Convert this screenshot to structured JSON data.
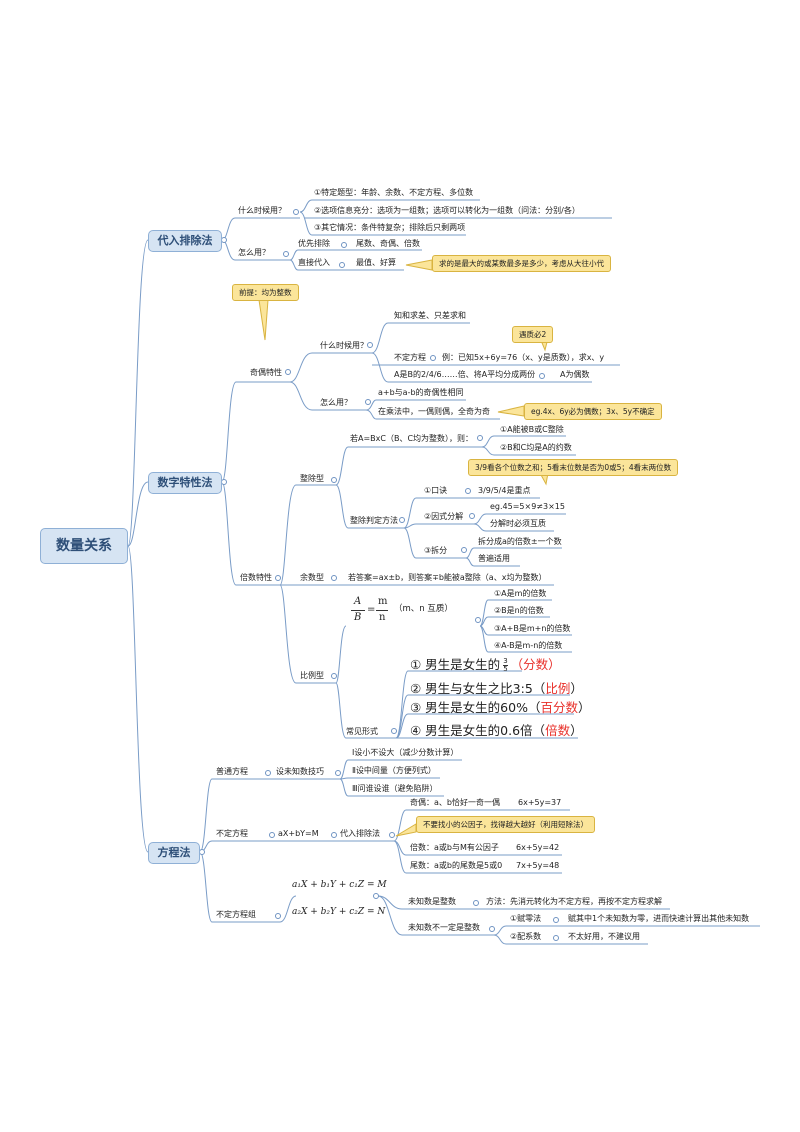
{
  "root": "数量关系",
  "branches": {
    "b1": "代入排除法",
    "b2": "数字特性法",
    "b3": "方程法"
  },
  "daru": {
    "when": "什么时候用？",
    "w1": "①特定题型：年龄、余数、不定方程、多位数",
    "w2": "②选项信息充分：选项为一组数；选项可以转化为一组数（问法：分别/各）",
    "w3": "③其它情况：条件特复杂；排除后只剩两项",
    "how": "怎么用？",
    "h1": "优先排除",
    "h1v": "尾数、奇偶、倍数",
    "h2": "直接代入",
    "h2v": "最值、好算",
    "h2c": "求的是最大的或某数最多是多少，考虑从大往小代"
  },
  "parity": {
    "premise": "前提：均为整数",
    "title": "奇偶特性",
    "when": "什么时候用？",
    "w1": "知和求差、只差求和",
    "w2": "不定方程",
    "w2v": "例：已知5x+6y=76（x、y是质数），求x、y",
    "w2c": "遇质必2",
    "w3": "A是B的2/4/6……倍、将A平均分成两份",
    "w3v": "A为偶数",
    "how": "怎么用？",
    "h1": "a+b与a-b的奇偶性相同",
    "h2": "在乘法中，一偶则偶，全奇为奇",
    "h2c": "eg.4x、6y必为偶数；3x、5y不确定"
  },
  "multiple": {
    "title": "倍数特性",
    "div_type": "整除型",
    "ifA": "若A=BxC（B、C均为整数），则：",
    "if1": "①A能被B或C整除",
    "if2": "②B和C均是A的约数",
    "judge": "整除判定方法",
    "judge_c": "3/9看各个位数之和；5看末位数是否为0或5；4看末两位数",
    "k1": "①口诀",
    "k1v": "3/9/5/4是重点",
    "k2": "②因式分解",
    "k2v1": "eg.45=5×9≠3×15",
    "k2v2": "分解时必须互质",
    "k3": "③拆分",
    "k3v1": "拆分成a的倍数±一个数",
    "k3v2": "普遍适用",
    "rem_type": "余数型",
    "rem_v": "若答案=ax±b，则答案∓b能被a整除（a、x均为整数）",
    "ratio_type": "比例型",
    "ratio_A": "A",
    "ratio_B": "B",
    "ratio_m": "m",
    "ratio_n": "n",
    "ratio_note": "（m、n 互质）",
    "r1": "①A是m的倍数",
    "r2": "②B是n的倍数",
    "r3": "③A+B是m+n的倍数",
    "r4": "④A-B是m-n的倍数",
    "common": "常见形式",
    "f1a": "① 男生是女生的",
    "f1n": "3",
    "f1d": "5",
    "f1r": "（分数）",
    "f2a": "② 男生与女生之比3:5（",
    "f2r": "比例",
    "f2b": "）",
    "f3a": "③ 男生是女生的60%（",
    "f3r": "百分数",
    "f3b": "）",
    "f4a": "④ 男生是女生的0.6倍（",
    "f4r": "倍数",
    "f4b": "）"
  },
  "equation": {
    "normal": "普通方程",
    "trick": "设未知数技巧",
    "t1": "Ⅰ设小不设大（减少分数计算）",
    "t2": "Ⅱ设中间量（方便列式）",
    "t3": "Ⅲ问谁设谁（避免陷阱）",
    "indef": "不定方程",
    "form": "aX+bY=M",
    "sub": "代入排除法",
    "s1": "奇偶：a、b恰好一奇一偶",
    "s1v": "6x+5y=37",
    "s_call": "不要找小的公因子，找得越大越好（利用短除法）",
    "s2": "倍数：a或b与M有公因子",
    "s2v": "6x+5y=42",
    "s3": "尾数：a或b的尾数是5或0",
    "s3v": "7x+5y=48",
    "group": "不定方程组",
    "eq1": "a₁X + b₁Y + c₁Z = M",
    "eq2": "a₂X + b₂Y + c₂Z = N",
    "int": "未知数是整数",
    "int_m": "方法：先消元转化为不定方程，再按不定方程求解",
    "nint": "未知数不一定是整数",
    "n1": "①赋零法",
    "n1v": "赋其中1个未知数为零，进而快速计算出其他未知数",
    "n2": "②配系数",
    "n2v": "不太好用，不建议用"
  }
}
